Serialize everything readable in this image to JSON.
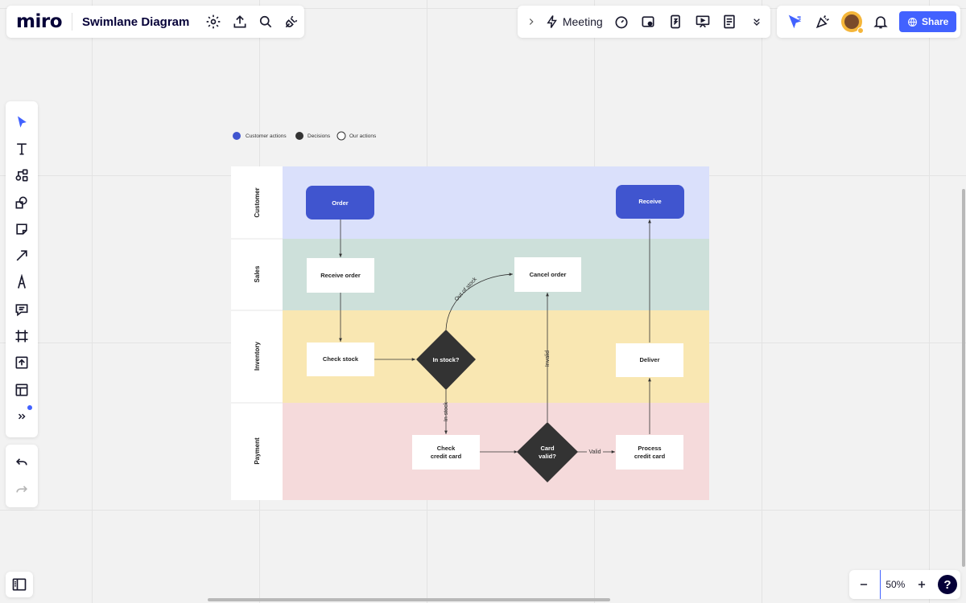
{
  "app": {
    "logo": "miro",
    "board_title": "Swimlane Diagram"
  },
  "toolbar_top": {
    "meeting_label": "Meeting",
    "share_label": "Share"
  },
  "zoom": {
    "level": "50%",
    "help": "?"
  },
  "legend": [
    {
      "label": "Customer actions",
      "style": "filled-blue"
    },
    {
      "label": "Decisions",
      "style": "filled-dark"
    },
    {
      "label": "Our actions",
      "style": "outline"
    }
  ],
  "lanes": [
    {
      "label": "Customer",
      "color": "#dae0fb"
    },
    {
      "label": "Sales",
      "color": "#cde0da"
    },
    {
      "label": "Inventory",
      "color": "#f9e7b2"
    },
    {
      "label": "Payment",
      "color": "#f5dadb"
    }
  ],
  "nodes": {
    "order": "Order",
    "receive": "Receive",
    "receive_order": "Receive order",
    "cancel_order": "Cancel order",
    "check_stock": "Check stock",
    "in_stock_decision": "In stock?",
    "deliver": "Deliver",
    "check_card_line1": "Check",
    "check_card_line2": "credit card",
    "card_valid_line1": "Card",
    "card_valid_line2": "valid?",
    "process_card_line1": "Process",
    "process_card_line2": "credit card"
  },
  "edge_labels": {
    "out_of_stock": "Out of stock",
    "in_stock": "In stock",
    "invalid": "Invalid",
    "valid": "Valid"
  },
  "colors": {
    "accent": "#4262ff",
    "customer_node": "#4055cf",
    "decision_node": "#333333"
  }
}
